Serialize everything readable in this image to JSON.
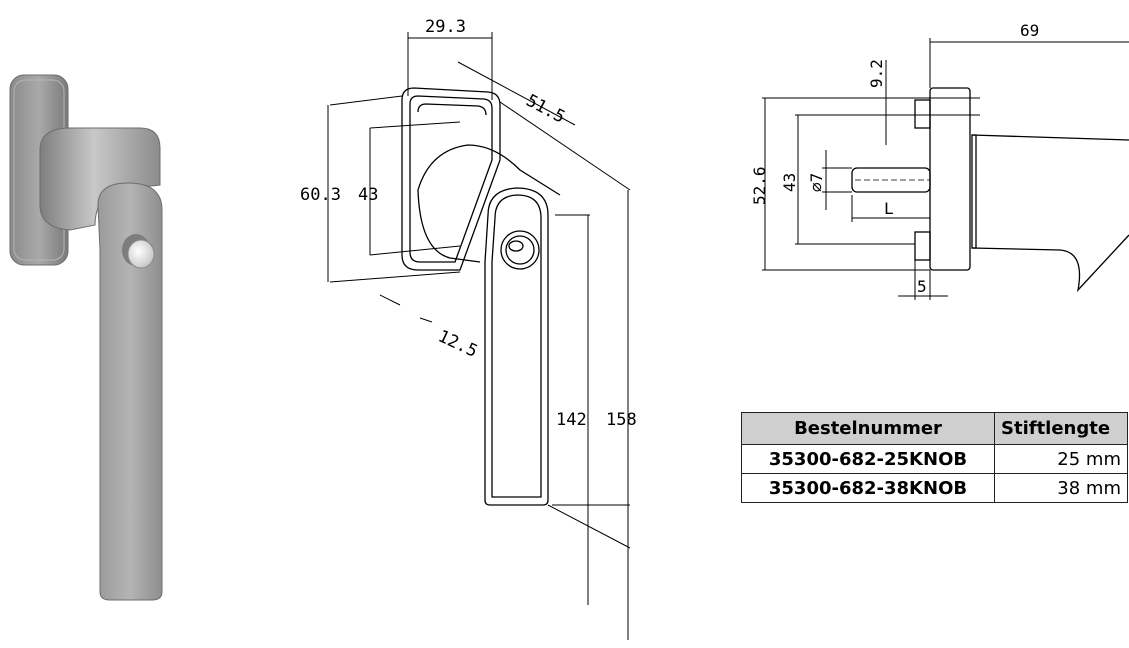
{
  "drawing": {
    "dim_width_top": "29.3",
    "dim_depth": "51.5",
    "dim_rose_height": "60.3",
    "dim_rose_hole_spacing": "43",
    "dim_offset": "12.5",
    "dim_handle_length": "142",
    "dim_total_length": "158",
    "side_total_depth": "69",
    "side_dim_9_2": "9.2",
    "side_dim_52_6": "52.6",
    "side_dim_43": "43",
    "side_dim_pin_dia": "⌀7",
    "side_dim_pin_length": "L",
    "side_dim_5": "5"
  },
  "table": {
    "headers": [
      "Bestelnummer",
      "Stiftlengte"
    ],
    "rows": [
      {
        "code": "35300-682-25KNOB",
        "length": "25 mm"
      },
      {
        "code": "35300-682-38KNOB",
        "length": "38 mm"
      }
    ]
  }
}
